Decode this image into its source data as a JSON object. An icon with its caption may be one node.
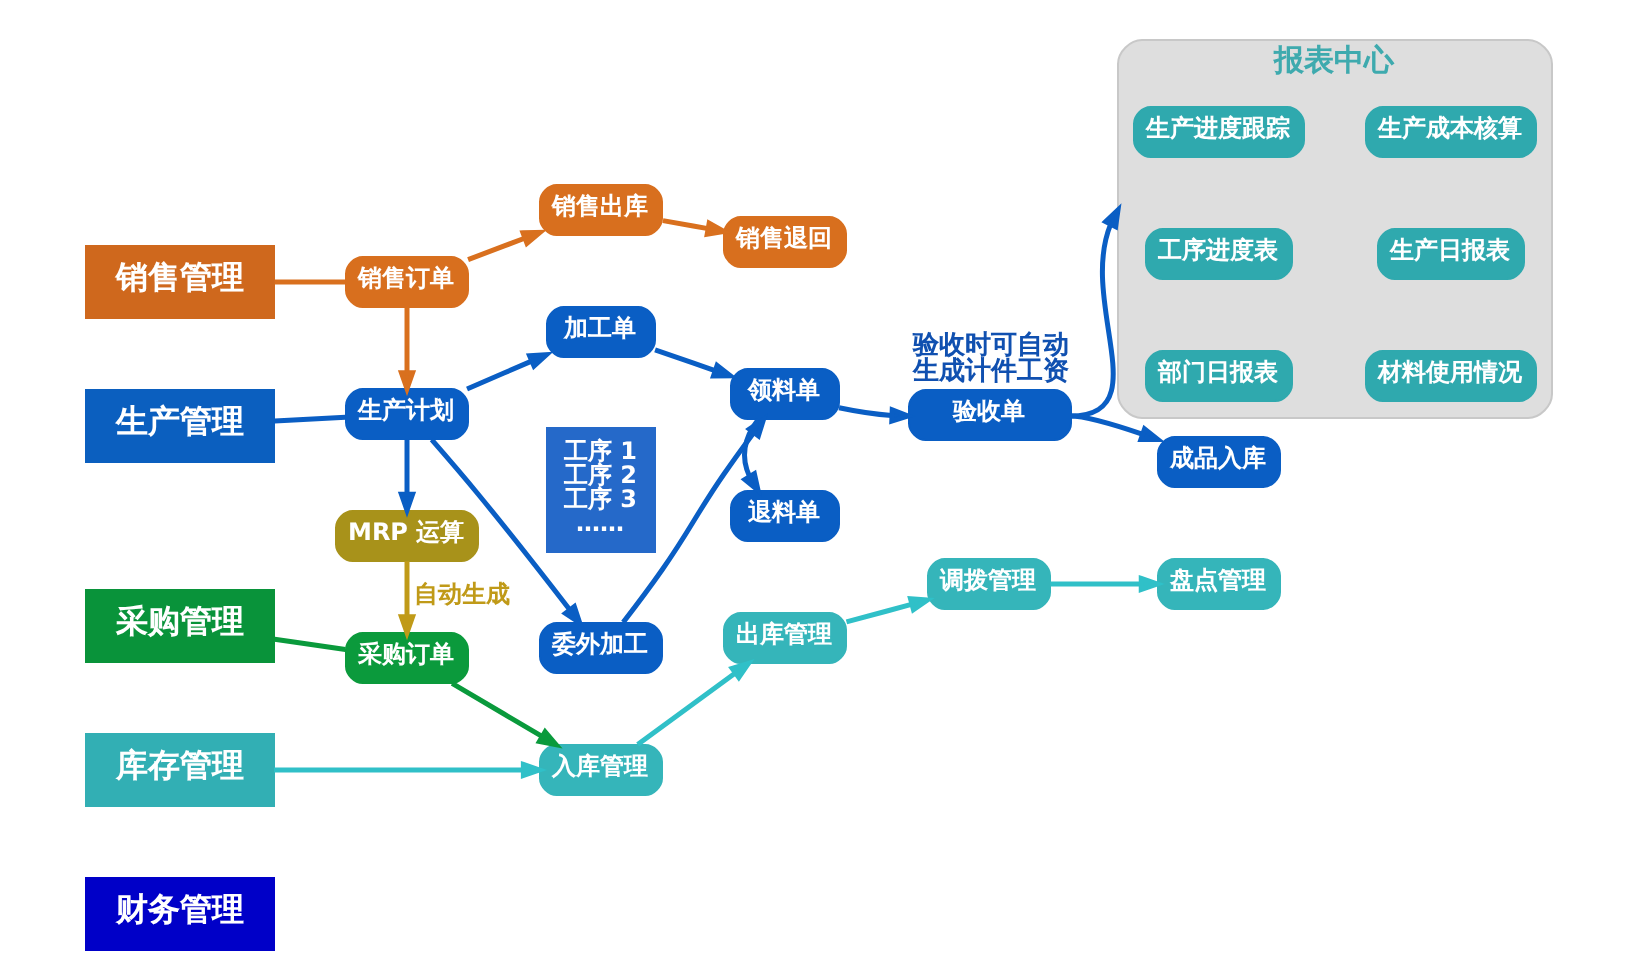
{
  "diagram": {
    "nodes": [
      {
        "text": [
          "销售管理"
        ]
      },
      {
        "text": [
          "销售订单"
        ]
      },
      {
        "text": [
          "销售出库"
        ]
      },
      {
        "text": [
          "销售退回"
        ]
      },
      {
        "text": [
          "生产管理"
        ]
      },
      {
        "text": [
          "生产计划"
        ]
      },
      {
        "text": [
          "加工单"
        ]
      },
      {
        "text": [
          "工序 1",
          "工序 2",
          "工序 3",
          "……"
        ]
      },
      {
        "text": [
          "委外加工"
        ]
      },
      {
        "text": [
          "MRP 运算"
        ]
      },
      {
        "text": [
          "领料单"
        ]
      },
      {
        "text": [
          "退料单"
        ]
      },
      {
        "text": [
          "验收单"
        ],
        "beside": [
          "验收时可自动生成计件工资"
        ]
      },
      {
        "text": [
          "成品入库"
        ]
      },
      {
        "text": [
          "报表中心"
        ]
      },
      {
        "text": [
          "生产进度跟踪"
        ],
        "in": 14
      },
      {
        "text": [
          "生产成本核算"
        ],
        "in": 14
      },
      {
        "text": [
          "工序进度表"
        ],
        "in": 14
      },
      {
        "text": [
          "生产日报表"
        ],
        "in": 14
      },
      {
        "text": [
          "部门日报表"
        ],
        "in": 14
      },
      {
        "text": [
          "材料使用情况"
        ],
        "in": 14
      },
      {
        "text": [
          "采购管理"
        ]
      },
      {
        "text": [
          "采购订单"
        ]
      },
      {
        "text": [
          "库存管理"
        ]
      },
      {
        "text": [
          "入库管理"
        ]
      },
      {
        "text": [
          "出库管理"
        ]
      },
      {
        "text": [
          "调拨管理"
        ]
      },
      {
        "text": [
          "盘点管理"
        ]
      },
      {
        "text": [
          "财务管理"
        ]
      }
    ],
    "edges": [
      {
        "from": 0,
        "to": 1,
        "arrow": "none",
        "color": "#d9701e"
      },
      {
        "from": 1,
        "to": 2,
        "arrow": "to",
        "color": "#d9701e"
      },
      {
        "from": 2,
        "to": 3,
        "arrow": "to",
        "color": "#d9701e"
      },
      {
        "from": 1,
        "to": 5,
        "arrow": "to",
        "color": "#d9701e"
      },
      {
        "from": 4,
        "to": 5,
        "arrow": "none"
      },
      {
        "from": 5,
        "to": 6,
        "arrow": "to"
      },
      {
        "from": 5,
        "to": 8,
        "arrow": "to"
      },
      {
        "from": 5,
        "to": 9,
        "arrow": "to"
      },
      {
        "from": 6,
        "to": 10,
        "arrow": "to"
      },
      {
        "from": 8,
        "to": 10,
        "arrow": "to"
      },
      {
        "from": 10,
        "to": 11,
        "arrow": "to"
      },
      {
        "from": 10,
        "to": 12,
        "arrow": "to"
      },
      {
        "from": 12,
        "to": 13,
        "arrow": "to"
      },
      {
        "from": 12,
        "to": 14,
        "arrow": "to"
      },
      {
        "from": 9,
        "to": 22,
        "arrow": "to",
        "label": "自动生成",
        "color": "#c09a18"
      },
      {
        "from": 21,
        "to": 22,
        "arrow": "none",
        "color": "#0a9a3c"
      },
      {
        "from": 22,
        "to": 24,
        "arrow": "to",
        "color": "#0a9a3c"
      },
      {
        "from": 23,
        "to": 24,
        "arrow": "to",
        "color": "#30c0c8"
      },
      {
        "from": 24,
        "to": 25,
        "arrow": "to",
        "color": "#30c0c8"
      },
      {
        "from": 25,
        "to": 26,
        "arrow": "to",
        "color": "#30c0c8"
      },
      {
        "from": 26,
        "to": 27,
        "arrow": "to",
        "color": "#30c0c8"
      }
    ]
  }
}
